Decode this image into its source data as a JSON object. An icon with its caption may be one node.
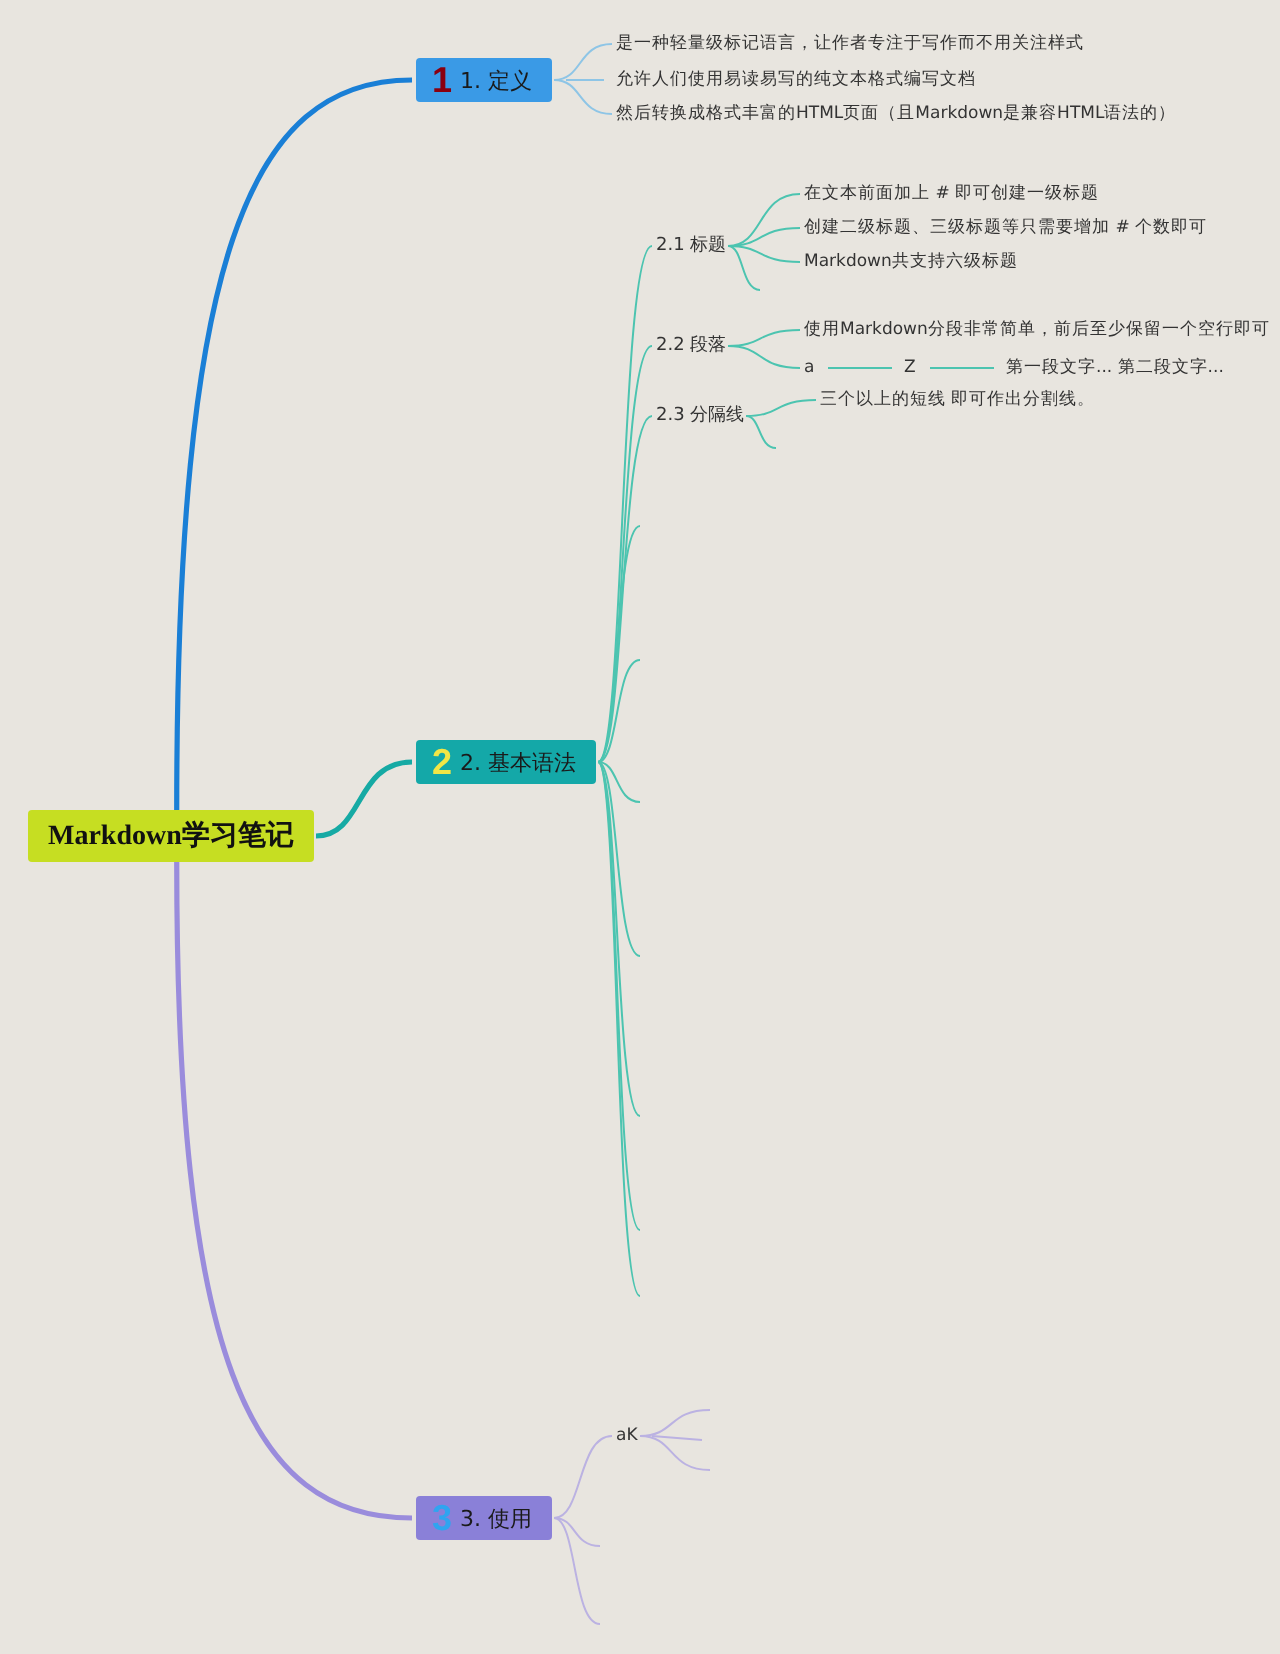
{
  "diagram": {
    "nodes": [
      {
        "text": [
          "Markdown学习笔记"
        ]
      },
      {
        "text": [
          "1",
          "1. 定义"
        ]
      },
      {
        "text": [
          "是一种轻量级标记语言，让作者专注于写作而不用关注样式"
        ]
      },
      {
        "text": [
          "允许人们使用易读易写的纯文本格式编写文档"
        ]
      },
      {
        "text": [
          "然后转换成格式丰富的HTML页面（且Markdown是兼容HTML语法的）"
        ]
      },
      {
        "text": [
          "2",
          "2. 基本语法"
        ]
      },
      {
        "text": [
          "2.1 标题"
        ]
      },
      {
        "text": [
          "在文本前面加上 # 即可创建一级标题"
        ]
      },
      {
        "text": [
          "创建二级标题、三级标题等只需要增加 # 个数即可"
        ]
      },
      {
        "text": [
          "Markdown共支持六级标题"
        ]
      },
      {
        "text": [
          "2.2 段落"
        ]
      },
      {
        "text": [
          "使用Markdown分段非常简单，前后至少保留一个空行即可"
        ]
      },
      {
        "text": [
          "a"
        ]
      },
      {
        "text": [
          "Z"
        ]
      },
      {
        "text": [
          "第一段文字... 第二段文字..."
        ]
      },
      {
        "text": [
          "2.3 分隔线"
        ]
      },
      {
        "text": [
          "三个以上的短线 即可作出分割线。"
        ]
      },
      {
        "text": [
          "3",
          "3. 使用"
        ]
      },
      {
        "text": [
          "aK"
        ]
      }
    ],
    "edges": [
      {
        "from": 0,
        "to": 1,
        "arrow": "none",
        "style": "thick",
        "color": "#1a7fd6"
      },
      {
        "from": 0,
        "to": 5,
        "arrow": "none",
        "style": "thick",
        "color": "#16aaa4"
      },
      {
        "from": 0,
        "to": 17,
        "arrow": "none",
        "style": "thick",
        "color": "#9a8cdc"
      },
      {
        "from": 1,
        "to": 2,
        "arrow": "none",
        "color": "#8ec5e6"
      },
      {
        "from": 1,
        "to": 3,
        "arrow": "none",
        "color": "#8ec5e6"
      },
      {
        "from": 1,
        "to": 4,
        "arrow": "none",
        "color": "#8ec5e6"
      },
      {
        "from": 5,
        "to": 6,
        "arrow": "none"
      },
      {
        "from": 5,
        "to": 10,
        "arrow": "none"
      },
      {
        "from": 5,
        "to": 15,
        "arrow": "none"
      },
      {
        "from": 5,
        "to": null,
        "arrow": "none"
      },
      {
        "from": 5,
        "to": null,
        "arrow": "none"
      },
      {
        "from": 5,
        "to": null,
        "arrow": "none"
      },
      {
        "from": 5,
        "to": null,
        "arrow": "none"
      },
      {
        "from": 5,
        "to": null,
        "arrow": "none"
      },
      {
        "from": 5,
        "to": null,
        "arrow": "none"
      },
      {
        "from": 5,
        "to": null,
        "arrow": "none"
      },
      {
        "from": 6,
        "to": 7,
        "arrow": "none"
      },
      {
        "from": 6,
        "to": 8,
        "arrow": "none"
      },
      {
        "from": 6,
        "to": 9,
        "arrow": "none"
      },
      {
        "from": 6,
        "to": null,
        "arrow": "none"
      },
      {
        "from": 10,
        "to": 11,
        "arrow": "none"
      },
      {
        "from": 10,
        "to": 12,
        "arrow": "none"
      },
      {
        "from": 12,
        "to": 13,
        "arrow": "none"
      },
      {
        "from": 13,
        "to": 14,
        "arrow": "none"
      },
      {
        "from": 15,
        "to": 16,
        "arrow": "none"
      },
      {
        "from": 15,
        "to": null,
        "arrow": "none"
      },
      {
        "from": 17,
        "to": 18,
        "arrow": "none",
        "color": "#bbb2e2"
      },
      {
        "from": 17,
        "to": null,
        "arrow": "none",
        "color": "#bbb2e2"
      },
      {
        "from": 17,
        "to": null,
        "arrow": "none",
        "color": "#bbb2e2"
      },
      {
        "from": 18,
        "to": null,
        "arrow": "none",
        "color": "#bbb2e2"
      },
      {
        "from": 18,
        "to": null,
        "arrow": "none",
        "color": "#bbb2e2"
      },
      {
        "from": 18,
        "to": null,
        "arrow": "none",
        "color": "#bbb2e2"
      }
    ]
  }
}
